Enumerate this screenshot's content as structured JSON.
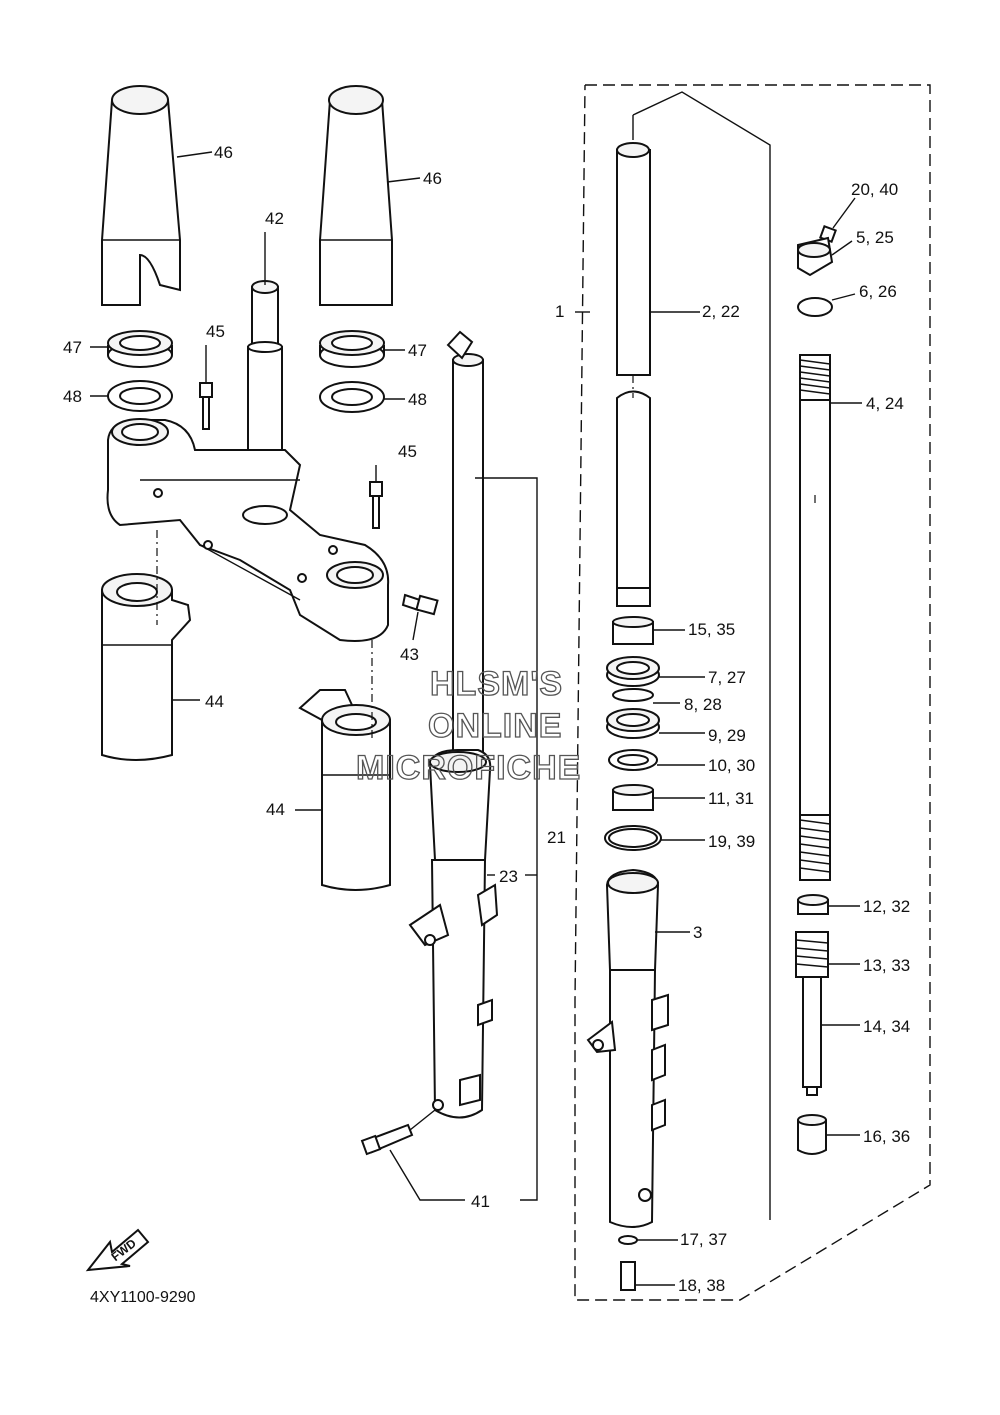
{
  "diagram": {
    "code": "4XY1100-9290",
    "fwd_label": "FWD",
    "watermark": [
      "HLSM'S",
      "ONLINE",
      "MICROFICHE"
    ],
    "callouts": {
      "c46a": "46",
      "c46b": "46",
      "c42": "42",
      "c45a": "45",
      "c47a": "47",
      "c48a": "48",
      "c47b": "47",
      "c48b": "48",
      "c45b": "45",
      "c43": "43",
      "c44a": "44",
      "c44b": "44",
      "c1": "1",
      "c2": "2, 22",
      "c2040": "20, 40",
      "c525": "5, 25",
      "c626": "6, 26",
      "c424": "4, 24",
      "c1535": "15, 35",
      "c727": "7, 27",
      "c828": "8, 28",
      "c929": "9, 29",
      "c1030": "10, 30",
      "c1131": "11, 31",
      "c1939": "19, 39",
      "c21": "21",
      "c23": "23",
      "c3": "3",
      "c1232": "12, 32",
      "c1333": "13, 33",
      "c1434": "14, 34",
      "c1636": "16, 36",
      "c41": "41",
      "c1737": "17, 37",
      "c1838": "18, 38"
    }
  }
}
